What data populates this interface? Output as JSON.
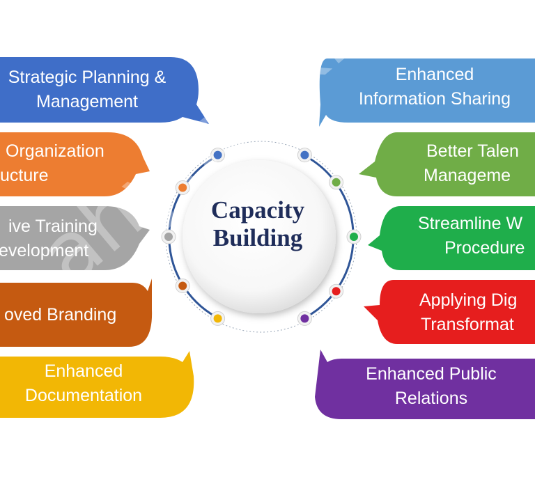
{
  "center": {
    "title_line1": "Capacity",
    "title_line2": "Building"
  },
  "left_items": [
    {
      "line1": "Strategic Planning &",
      "line2": "Management",
      "color": "#3f6ec8"
    },
    {
      "line1": "Organization",
      "line2": "ucture",
      "color": "#ed7d31"
    },
    {
      "line1": "ive Training",
      "line2": "evelopment",
      "color": "#a5a5a5"
    },
    {
      "line1": "oved Branding",
      "line2": "",
      "color": "#c55a11"
    },
    {
      "line1": "Enhanced",
      "line2": "Documentation",
      "color": "#f2b705"
    }
  ],
  "right_items": [
    {
      "line1": "Enhanced",
      "line2": "Information Sharing",
      "color": "#5b9bd5"
    },
    {
      "line1": "Better Talen",
      "line2": "Manageme",
      "color": "#70ad47"
    },
    {
      "line1": "Streamline W",
      "line2": "Procedure",
      "color": "#1fae4b"
    },
    {
      "line1": "Applying Dig",
      "line2": "Transformat",
      "color": "#e61e1e"
    },
    {
      "line1": "Enhanced Public",
      "line2": "Relations",
      "color": "#7030a0"
    }
  ],
  "ring_dot_colors": [
    "#4472c4",
    "#4472c4",
    "#70ad47",
    "#1fae4b",
    "#e61e1e",
    "#7030a0",
    "#f2b705",
    "#c55a11",
    "#a5a5a5",
    "#ed7d31"
  ],
  "ring_color": "#2f5597",
  "watermark": "ahyazaki.com"
}
